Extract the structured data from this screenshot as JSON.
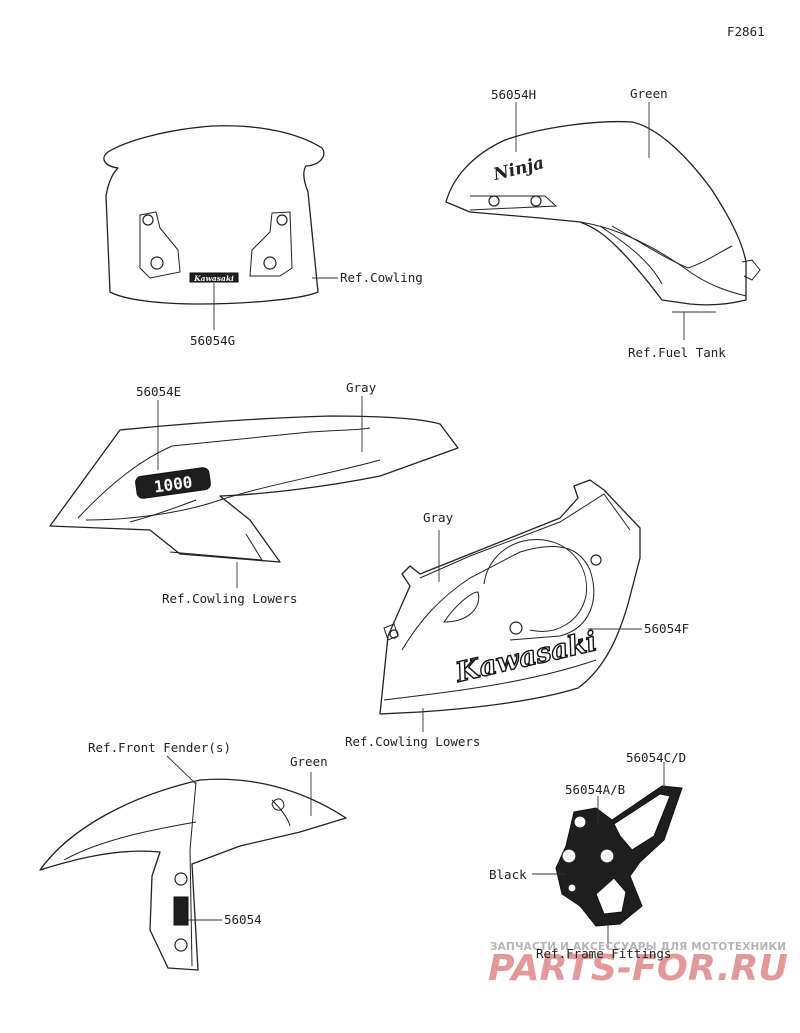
{
  "figure_code": "F2861",
  "labels": {
    "p56054H": "56054H",
    "green_tank": "Green",
    "ref_fuel_tank": "Ref.Fuel Tank",
    "ref_cowling": "Ref.Cowling",
    "p56054G": "56054G",
    "p56054E": "56054E",
    "gray_upper": "Gray",
    "ref_cowling_lowers_left": "Ref.Cowling Lowers",
    "gray_lower": "Gray",
    "p56054F": "56054F",
    "ref_cowling_lowers_right": "Ref.Cowling Lowers",
    "ref_front_fender": "Ref.Front Fender(s)",
    "green_fender": "Green",
    "p56054": "56054",
    "p56054CD": "56054C/D",
    "p56054AB": "56054A/B",
    "black": "Black",
    "ref_frame_fittings": "Ref.Frame Fittings"
  },
  "decal_text": {
    "tank_logo": "Ninja",
    "cowl_logo": "1000",
    "side_logo": "Kawasaki",
    "screen_logo": "Kawasaki"
  },
  "watermark": {
    "line1": "ЗАПЧАСТИ И АКСЕССУАРЫ ДЛЯ МОТОТЕХНИКИ",
    "line2": "PARTS-FOR.RU"
  }
}
